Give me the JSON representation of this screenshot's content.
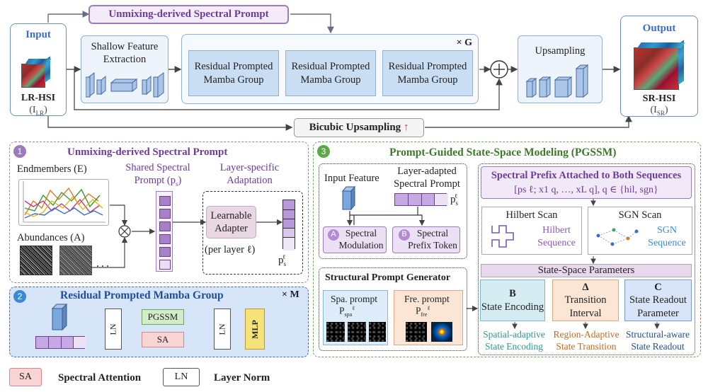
{
  "top": {
    "prompt_title": "Unmixing-derived Spectral Prompt",
    "input_title": "Input",
    "lr_hsi": "LR-HSI",
    "lr_sym": "(I",
    "lr_sub": "LR",
    "shallow": "Shallow Feature Extraction",
    "group_label": "Residual Prompted Mamba Group",
    "times_g": "× G",
    "upsampling": "Upsampling",
    "bicubic": "Bicubic",
    "bicubic_b": "Upsampling",
    "up_arrow": "↑",
    "output_title": "Output",
    "sr_hsi": "SR-HSI",
    "sr_sym": "(I",
    "sr_sub": "SR"
  },
  "p1": {
    "num": "1",
    "title": "Unmixing-derived Spectral Prompt",
    "endmembers": "Endmembers (E)",
    "abundances": "Abundances (A)",
    "ellipsis": "· · ·",
    "shared": "Shared Spectral Prompt (p",
    "shared_sub": "s",
    "layer_spec": "Layer-specific Adaptation",
    "adapter": "Learnable Adapter",
    "per_layer": "(per layer ℓ)",
    "ps": "p",
    "ps_sub": "s",
    "ps_sup": "ℓ"
  },
  "p2": {
    "num": "2",
    "title": "Residual Prompted Mamba Group",
    "times_m": "× M",
    "ln": "LN",
    "pgssm": "PGSSM",
    "sa": "SA",
    "mlp": "MLP"
  },
  "p3": {
    "num": "3",
    "title": "Prompt-Guided State-Space Modeling (PGSSM)",
    "input_feature": "Input Feature",
    "layer_adapted": "Layer-adapted Spectral Prompt",
    "ps": "p",
    "ps_sub": "s",
    "ps_sup": "ℓ",
    "a_letter": "A",
    "a_label": "Spectral Modulation",
    "b_letter": "B",
    "b_label": "Spectral Prefix Token",
    "spg_title": "Structural Prompt Generator",
    "spa": "Spa. prompt",
    "p_spa": "P",
    "p_spa_sub": "spa",
    "fre": "Fre. prompt",
    "p_fre": "P",
    "p_fre_sub": "fre",
    "sup_l": "ℓ",
    "prefix_title": "Spectral Prefix Attached to Both Sequences",
    "prefix_formula": "[p",
    "prefix_formula_rest": "; x",
    "formula_full": "[ps ℓ; x1 q, …, xL q], q ∈ {hil, sgn}",
    "hilbert_scan": "Hilbert Scan",
    "hilbert_seq": "Hilbert Sequence",
    "sgn_scan": "SGN Scan",
    "sgn_seq": "SGN Sequence",
    "ssp": "State-Space Parameters",
    "b_param": "B",
    "b_name": "State Encoding",
    "d_param": "Δ",
    "d_name": "Transition Interval",
    "c_param": "C",
    "c_name": "State Readout Parameter",
    "b_out": "Spatial-adaptive State Encoding",
    "d_out": "Region-Adaptive State Transition",
    "c_out": "Structural-aware State Readout"
  },
  "legend": {
    "sa": "SA",
    "sa_text": "Spectral Attention",
    "ln": "LN",
    "ln_text": "Layer Norm"
  },
  "colors": {
    "purple": "#6b3d9a",
    "blue_title": "#1f4e9c",
    "green": "#3c7a2a",
    "orange": "#c86a1a"
  }
}
